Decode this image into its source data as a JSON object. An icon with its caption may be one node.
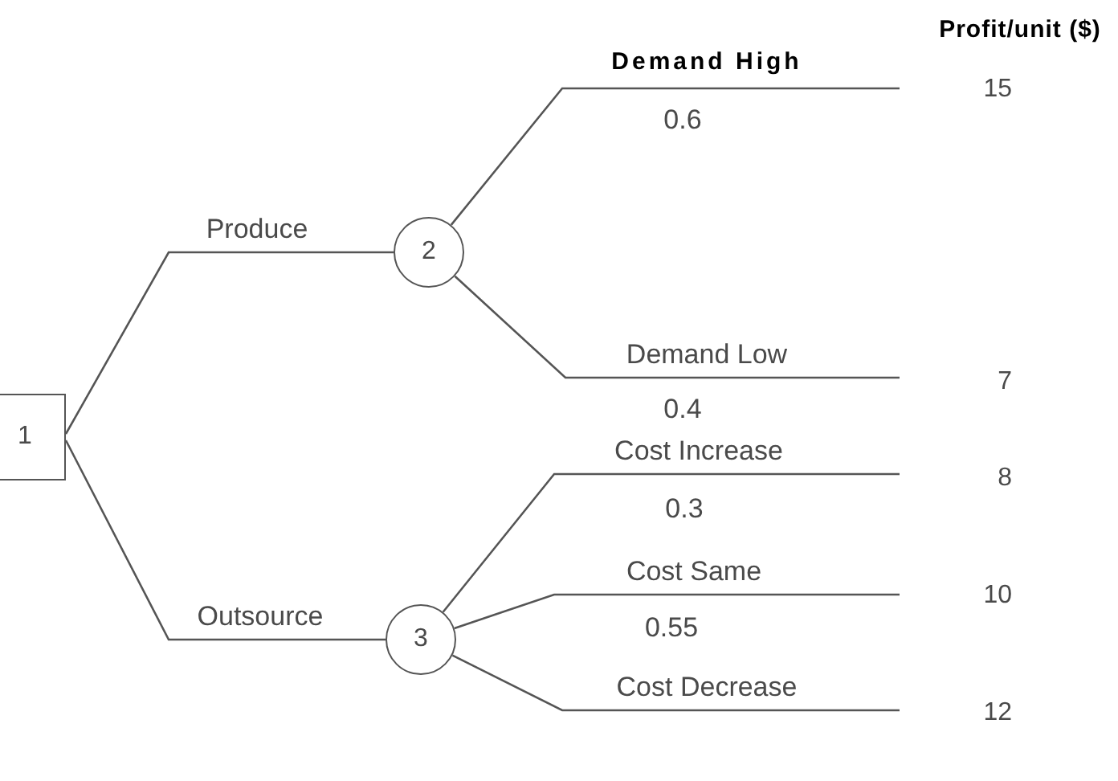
{
  "diagram": {
    "nodes": [
      {
        "text": [
          "1"
        ]
      },
      {
        "text": [
          "2"
        ]
      },
      {
        "text": [
          "3"
        ]
      },
      {
        "text": [
          "15"
        ]
      },
      {
        "text": [
          "7"
        ]
      },
      {
        "text": [
          "8"
        ]
      },
      {
        "text": [
          "10"
        ]
      },
      {
        "text": [
          "12"
        ]
      }
    ],
    "edges": [
      {
        "from": 0,
        "to": 1,
        "arrow": "none",
        "label": "Produce"
      },
      {
        "from": 0,
        "to": 2,
        "arrow": "none",
        "label": "Outsource"
      },
      {
        "from": 1,
        "to": 3,
        "arrow": "none",
        "label": "Demand High"
      },
      {
        "from": 1,
        "to": 4,
        "arrow": "none",
        "label": "Demand Low"
      },
      {
        "from": 2,
        "to": 5,
        "arrow": "none",
        "label": "Cost Increase"
      },
      {
        "from": 2,
        "to": 6,
        "arrow": "none",
        "label": "Cost Same"
      },
      {
        "from": 2,
        "to": 7,
        "arrow": "none",
        "label": "Cost Decrease"
      }
    ],
    "labels": [
      "Profit/unit ($)",
      "0.6",
      "0.4",
      "0.3",
      "0.55"
    ]
  }
}
